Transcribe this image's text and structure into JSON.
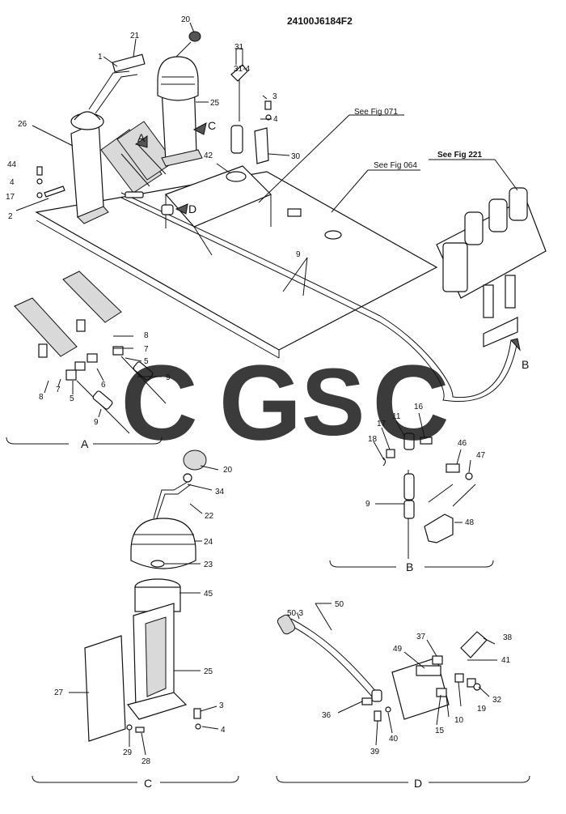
{
  "drawing_number": "24100J6184F2",
  "references": [
    "See Fig 071",
    "See Fig 064",
    "See Fig 221"
  ],
  "callouts": [
    "20",
    "21",
    "1",
    "31",
    "31-4",
    "25",
    "3",
    "4",
    "26",
    "A",
    "C",
    "42",
    "30",
    "44",
    "4",
    "17",
    "2",
    "D",
    "9",
    "8",
    "7",
    "5",
    "6",
    "9",
    "8",
    "7",
    "5",
    "9",
    "B",
    "17",
    "11",
    "16",
    "18",
    "46",
    "47",
    "9",
    "48",
    "20",
    "34",
    "22",
    "24",
    "23",
    "45",
    "25",
    "27",
    "3",
    "4",
    "29",
    "28",
    "50",
    "50-3",
    "37",
    "38",
    "49",
    "41",
    "32",
    "36",
    "19",
    "10",
    "15",
    "39",
    "40"
  ],
  "sections": [
    "A",
    "B",
    "C",
    "D"
  ],
  "watermark": {
    "letters": [
      "C",
      "G",
      "S",
      "C"
    ],
    "colors": [
      "#4f8df5",
      "#ee6b5e",
      "#f6d26a",
      "#3dbd7c"
    ]
  }
}
